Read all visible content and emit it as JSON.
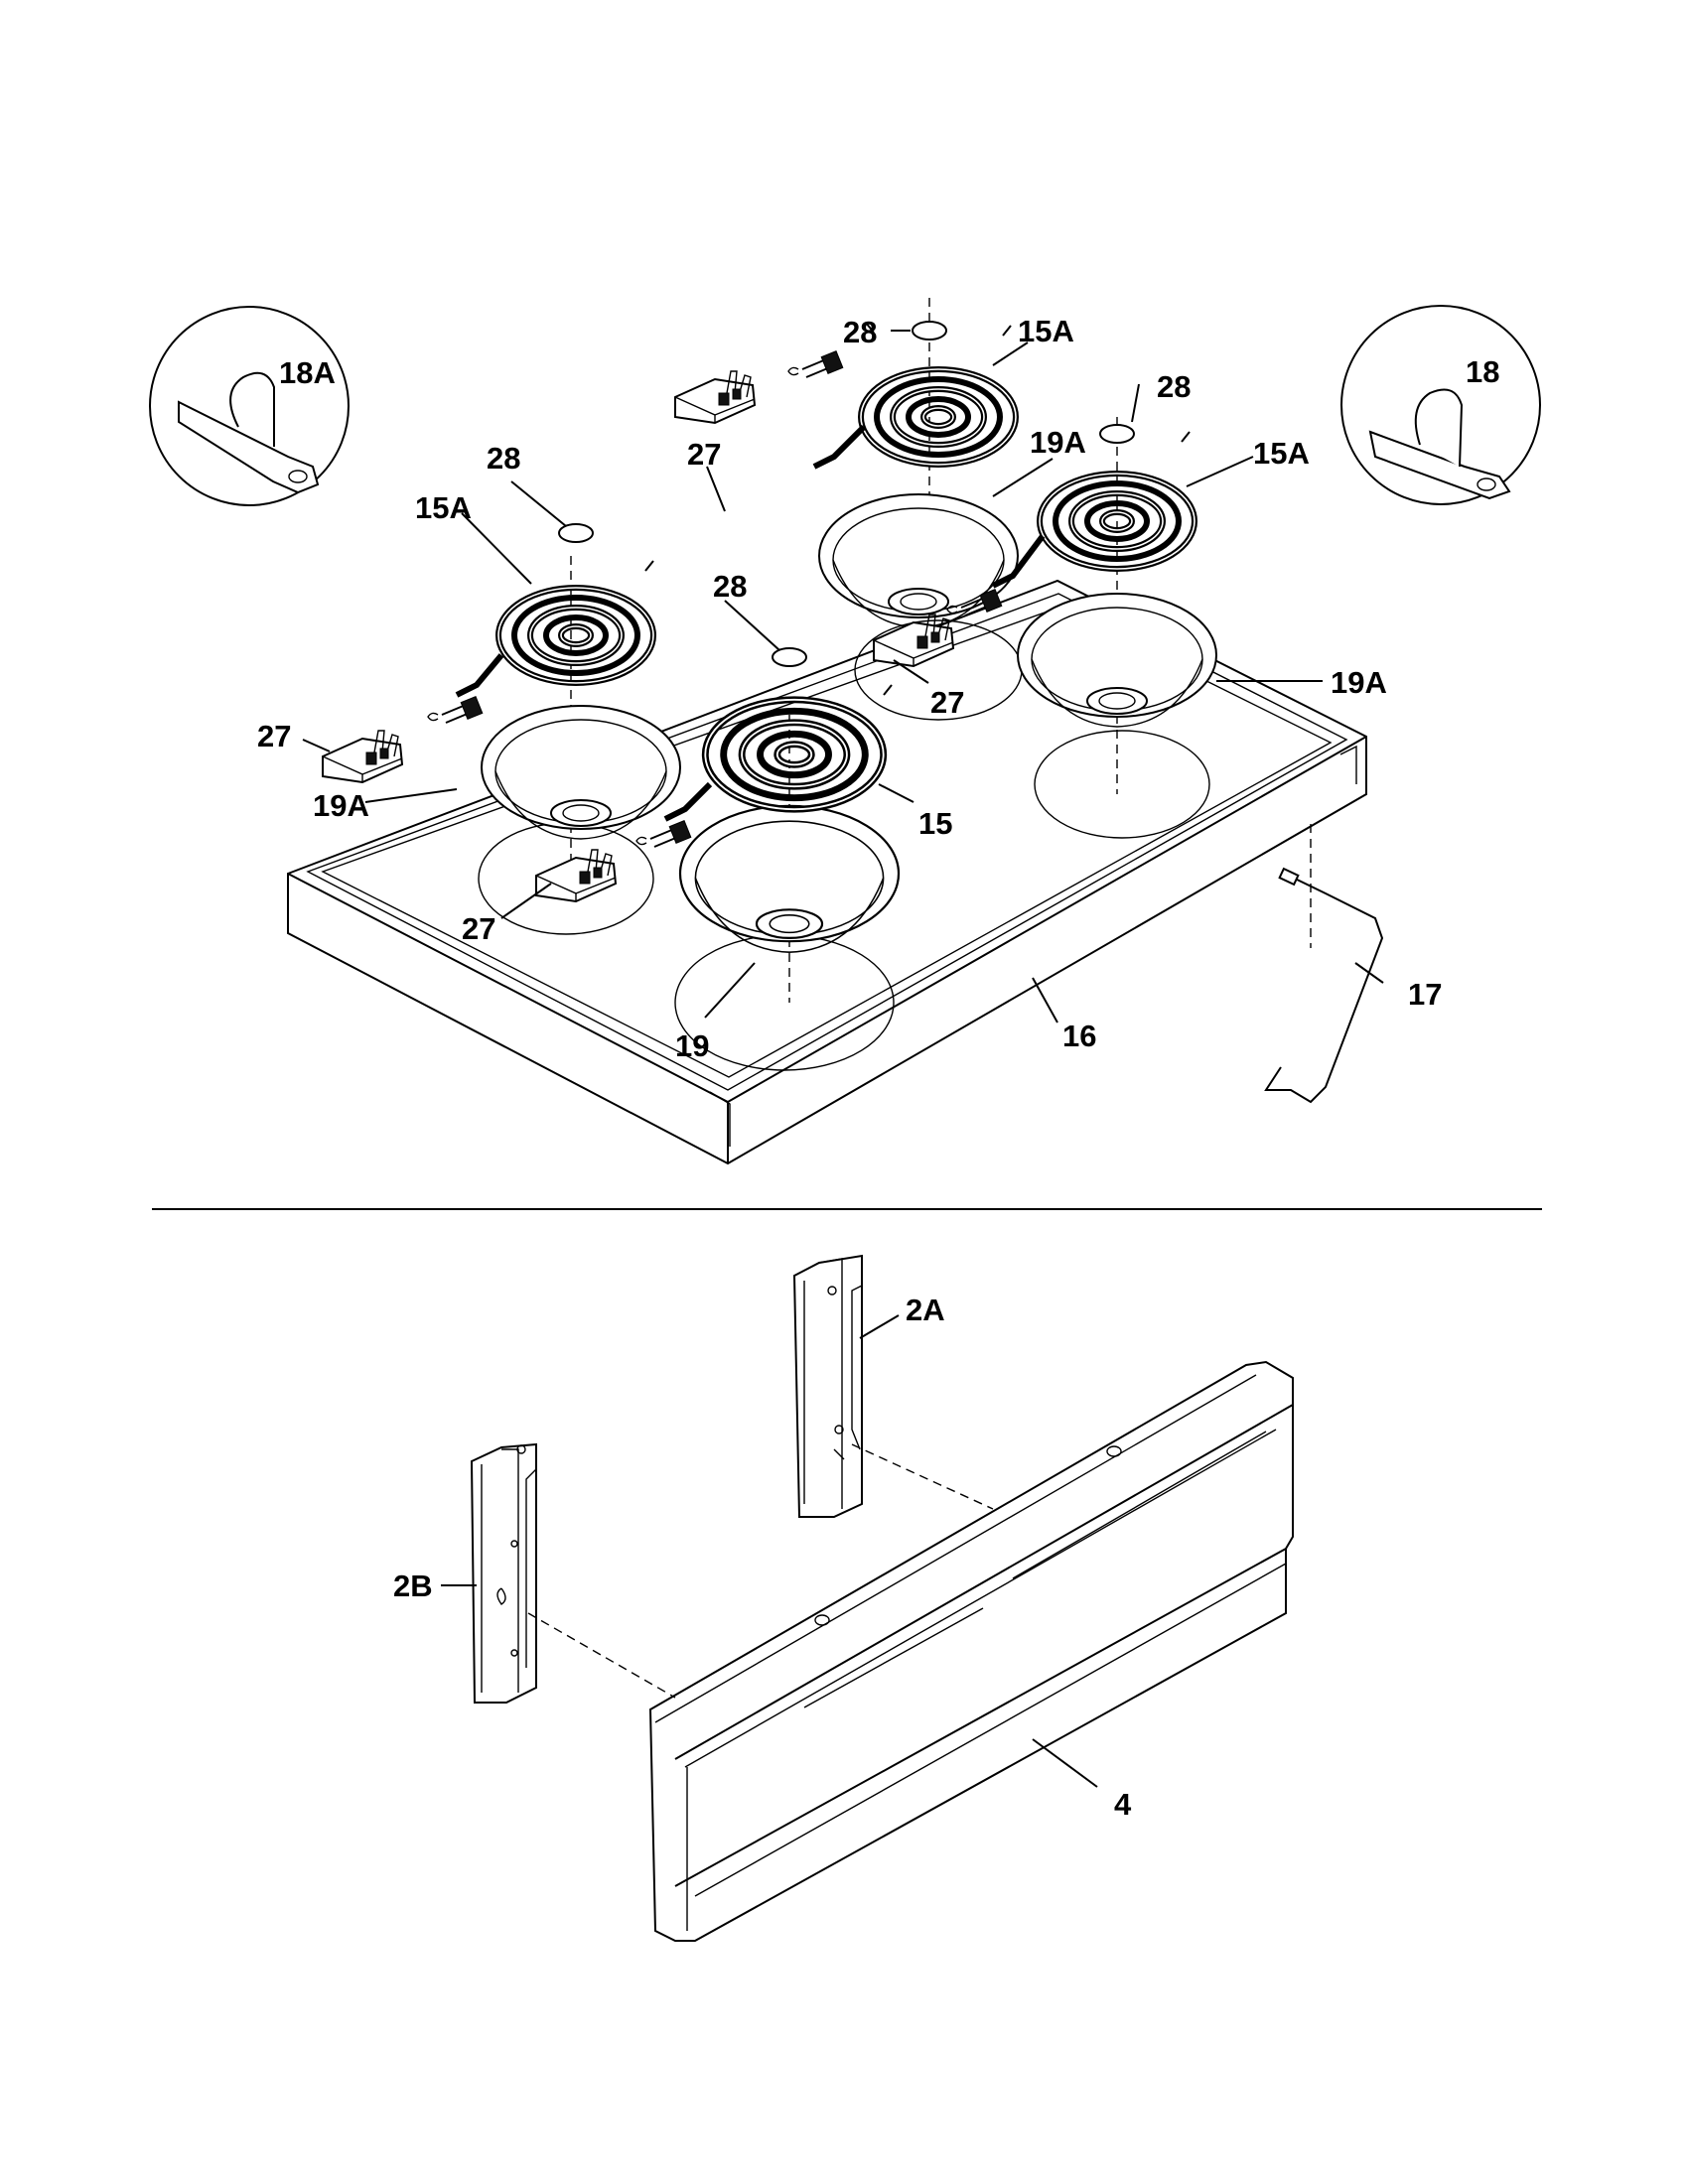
{
  "callouts": {
    "top": {
      "c18a": "18A",
      "c18": "18",
      "c28_top": "28",
      "c15a_top": "15A",
      "c28_right": "28",
      "c15a_right": "15A",
      "c28_left": "28",
      "c27_upper": "27",
      "c19a_upper": "19A",
      "c15a_left": "15A",
      "c28_center": "28",
      "c27_center": "27",
      "c19a_right": "19A",
      "c27_left": "27",
      "c19a_left": "19A",
      "c15": "15",
      "c27_lower": "27",
      "c17": "17",
      "c16": "16",
      "c19": "19"
    },
    "bottom": {
      "c2a": "2A",
      "c2b": "2B",
      "c4": "4"
    }
  }
}
